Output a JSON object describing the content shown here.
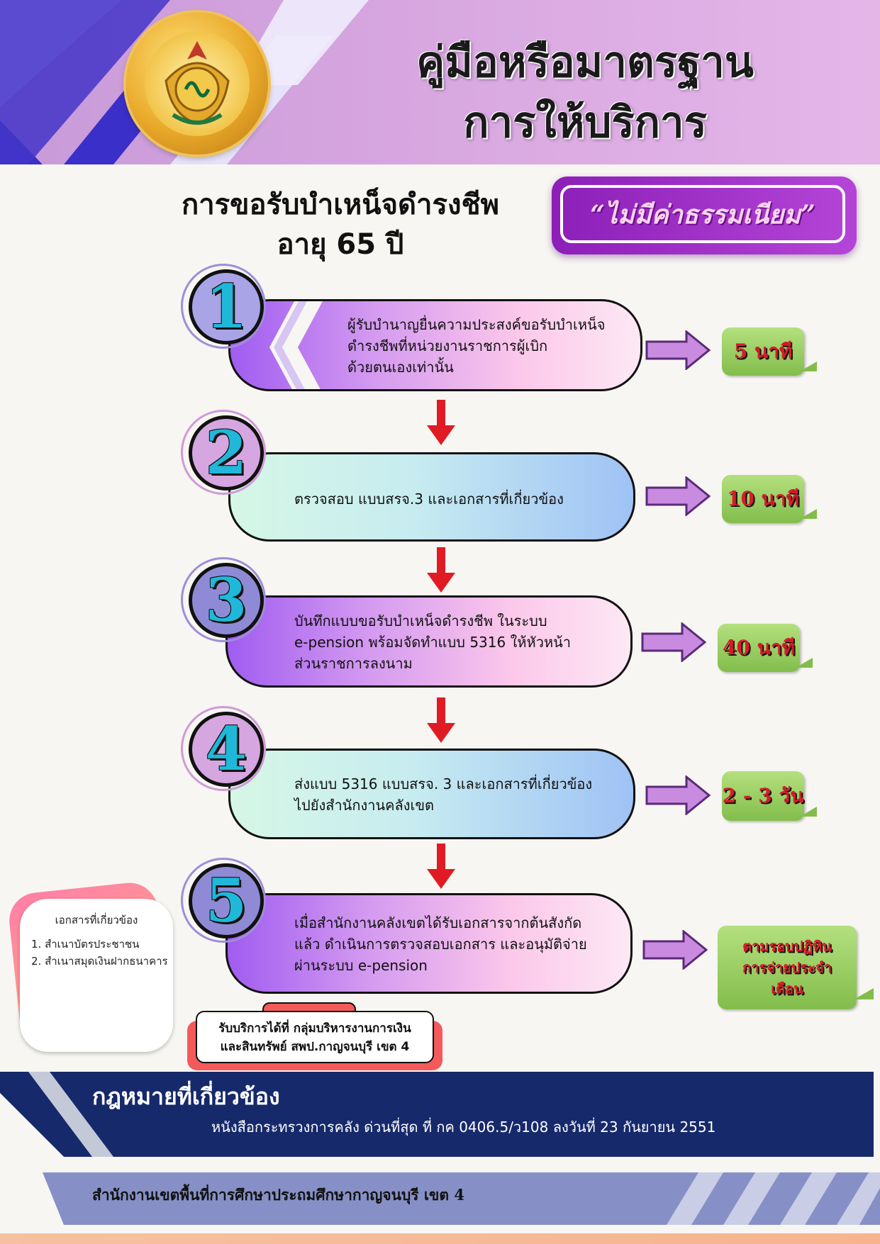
{
  "header": {
    "title_line1": "คู่มือหรือมาตรฐาน",
    "title_line2": "การให้บริการ",
    "logo_icon": "obec-emblem-icon"
  },
  "service": {
    "title_line1": "การขอรับบำเหน็จดำรงชีพ",
    "title_line2": "อายุ 65 ปี",
    "fee": "“ไม่มีค่าธรรมเนียม”"
  },
  "steps": [
    {
      "number": "1",
      "lines": [
        "ผู้รับบำนาญยื่นความประสงค์ขอรับบำเหน็จ",
        "ดำรงชีพที่หน่วยงานราชการผู้เบิก",
        "ด้วยตนเองเท่านั้น"
      ],
      "time": "5 นาที"
    },
    {
      "number": "2",
      "lines": [
        "ตรวจสอบ แบบสรจ.3 และเอกสารที่เกี่ยวข้อง"
      ],
      "time": "10 นาที"
    },
    {
      "number": "3",
      "lines": [
        "บันทึกแบบขอรับบำเหน็จดำรงชีพ ในระบบ",
        "e-pension พร้อมจัดทำแบบ 5316 ให้หัวหน้า",
        "ส่วนราชการลงนาม"
      ],
      "time": "40 นาที"
    },
    {
      "number": "4",
      "lines": [
        "ส่งแบบ 5316 แบบสรจ. 3 และเอกสารที่เกี่ยวข้อง",
        "ไปยังสำนักงานคลังเขต"
      ],
      "time": "2 - 3 วัน"
    },
    {
      "number": "5",
      "lines": [
        "เมื่อสำนักงานคลังเขตได้รับเอกสารจากต้นสังกัด",
        "แล้ว ดำเนินการตรวจสอบเอกสาร และอนุมัติจ่าย",
        "ผ่านระบบ e-pension"
      ],
      "time_lines": [
        "ตามรอบปฏิทิน",
        "การจ่ายประจำ",
        "เดือน"
      ]
    }
  ],
  "documents": {
    "title": "เอกสารที่เกี่ยวข้อง",
    "items": [
      "1. สำเนาบัตรประชาชน",
      "2. สำเนาสมุดเงินฝากธนาคาร"
    ]
  },
  "service_place": {
    "line1": "รับบริการได้ที่ กลุ่มบริหารงานการเงิน",
    "line2": "และสินทรัพย์ สพป.กาญจนบุรี เขต 4"
  },
  "law": {
    "title": "กฎหมายที่เกี่ยวข้อง",
    "text": "หนังสือกระทรวงการคลัง ด่วนที่สุด ที่ กค 0406.5/ว108 ลงวันที่ 23 กันยายน 2551"
  },
  "office": "สำนักงานเขตพื้นที่การศึกษาประถมศึกษากาญจนบุรี เขต 4",
  "colors": {
    "header_purple": "#d7a6e0",
    "navy": "#16296b",
    "step_number": "#1fb8d8",
    "time_green": "#82bd4c",
    "time_red": "#d81c2a",
    "arrow_red": "#e01b24",
    "arrow_violet": "#c98be0"
  }
}
